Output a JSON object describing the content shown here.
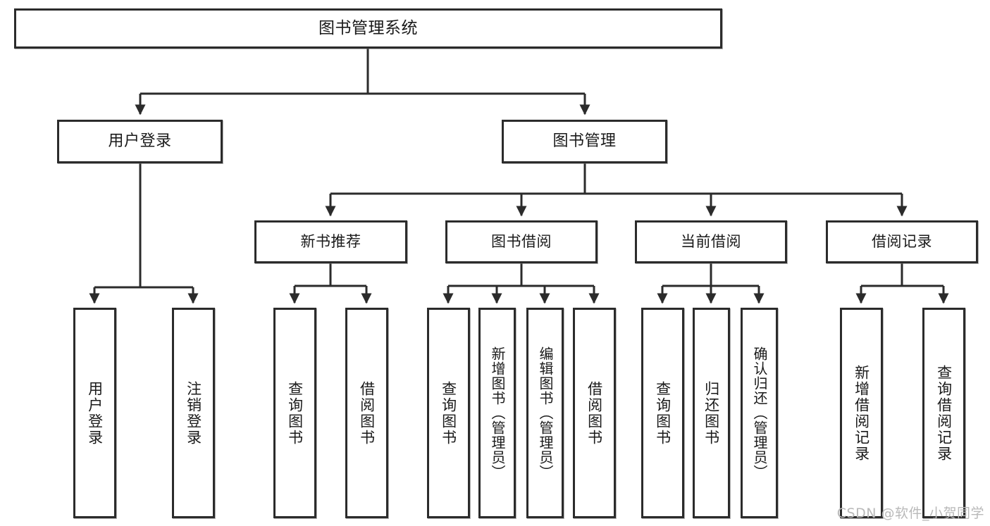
{
  "diagram": {
    "type": "tree-hierarchy",
    "title": "图书管理系统",
    "watermark": "CSDN @软件_小贺同学",
    "colors": {
      "stroke": "#2b2b2b",
      "fill": "#ffffff",
      "text": "#1a1a1a",
      "watermark": "#b9b9b9"
    },
    "nodes": {
      "root": {
        "label": "图书管理系统"
      },
      "level2": [
        {
          "id": "user-login",
          "label": "用户登录"
        },
        {
          "id": "book-management",
          "label": "图书管理"
        }
      ],
      "level3": [
        {
          "id": "new-book-recommend",
          "label": "新书推荐"
        },
        {
          "id": "book-borrow",
          "label": "图书借阅"
        },
        {
          "id": "current-borrow",
          "label": "当前借阅"
        },
        {
          "id": "borrow-record",
          "label": "借阅记录"
        }
      ],
      "leaves": [
        {
          "id": "leaf-user-login",
          "label": "用户登录",
          "parent": "user-login"
        },
        {
          "id": "leaf-logout",
          "label": "注销登录",
          "parent": "user-login"
        },
        {
          "id": "leaf-query-book-1",
          "label": "查询图书",
          "parent": "new-book-recommend"
        },
        {
          "id": "leaf-borrow-book-1",
          "label": "借阅图书",
          "parent": "new-book-recommend"
        },
        {
          "id": "leaf-query-book-2",
          "label": "查询图书",
          "parent": "book-borrow"
        },
        {
          "id": "leaf-add-book",
          "label": "新增图书（管理员）",
          "parent": "book-borrow"
        },
        {
          "id": "leaf-edit-book",
          "label": "编辑图书（管理员）",
          "parent": "book-borrow"
        },
        {
          "id": "leaf-borrow-book-2",
          "label": "借阅图书",
          "parent": "book-borrow"
        },
        {
          "id": "leaf-query-book-3",
          "label": "查询图书",
          "parent": "current-borrow"
        },
        {
          "id": "leaf-return-book",
          "label": "归还图书",
          "parent": "current-borrow"
        },
        {
          "id": "leaf-confirm-return",
          "label": "确认归还（管理员）",
          "parent": "current-borrow"
        },
        {
          "id": "leaf-add-record",
          "label": "新增借阅记录",
          "parent": "borrow-record"
        },
        {
          "id": "leaf-query-record",
          "label": "查询借阅记录",
          "parent": "borrow-record"
        }
      ]
    }
  }
}
